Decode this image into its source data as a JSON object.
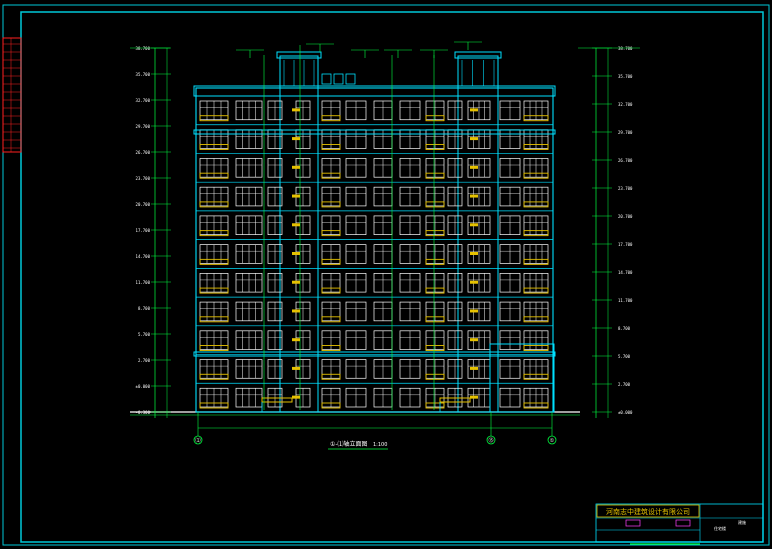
{
  "sheet": {
    "frame_color": "#00c8d8",
    "inner_frame_color": "#00c8d8",
    "revision_strip_color": "#ff2020"
  },
  "drawing": {
    "title": "①-⑴轴立面图",
    "scale": "1:100",
    "floors": 11,
    "colors": {
      "wall": "#00e0ff",
      "window": "#ffffff",
      "balcony": "#e6c200",
      "dimension": "#00ff40",
      "text": "#ffffff",
      "accent": "#ff40ff"
    }
  },
  "axis_bubbles": [
    {
      "label": "⑴"
    },
    {
      "label": "⑮"
    },
    {
      "label": "①"
    }
  ],
  "elevations_left": [
    "38.700",
    "35.700",
    "32.700",
    "29.700",
    "26.700",
    "23.700",
    "20.700",
    "17.700",
    "14.700",
    "11.700",
    "8.700",
    "5.700",
    "2.700",
    "±0.000",
    "-0.300"
  ],
  "elevations_right": [
    "38.700",
    "35.700",
    "32.700",
    "29.700",
    "26.700",
    "23.700",
    "20.700",
    "17.700",
    "14.700",
    "11.700",
    "8.700",
    "5.700",
    "2.700",
    "±0.000"
  ],
  "title_block": {
    "company": "河南志中建筑设计有限公司",
    "project_label": "住宅楼",
    "drawing_label": "建施"
  }
}
